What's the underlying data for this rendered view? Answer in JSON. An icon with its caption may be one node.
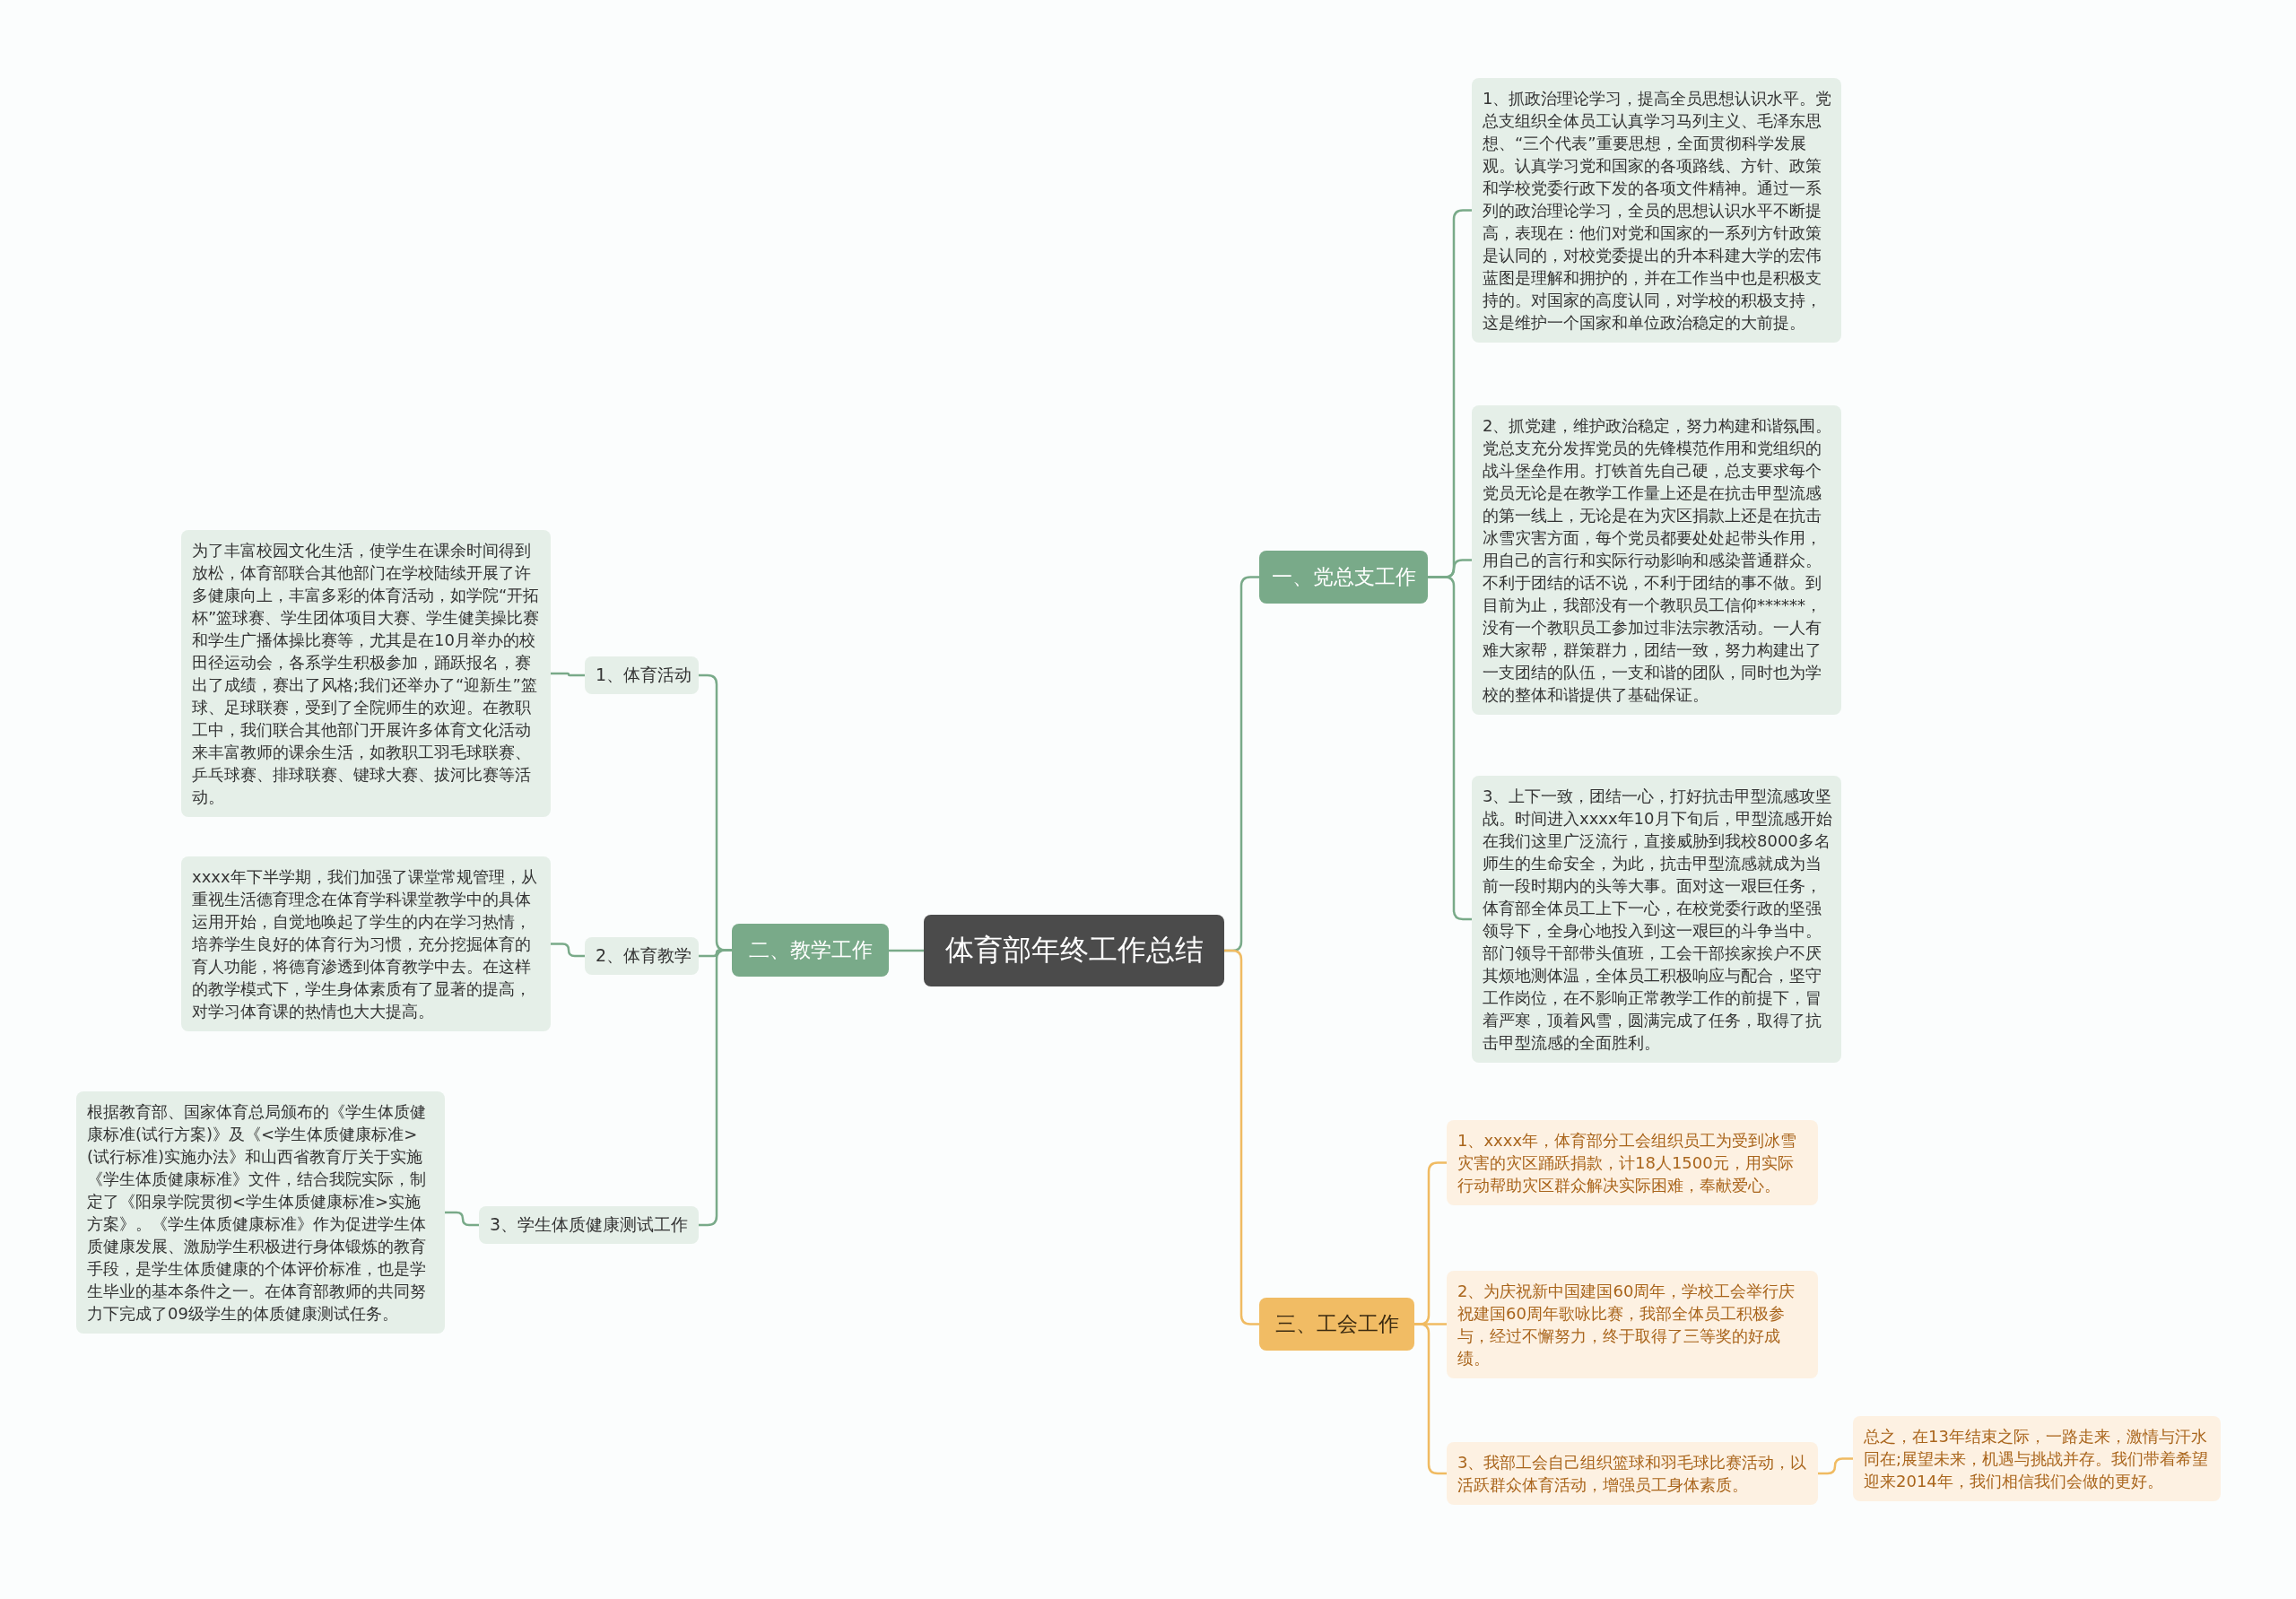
{
  "diagram": {
    "nodes": [
      {
        "text": [
          "体育部年终工作总结"
        ]
      },
      {
        "text": [
          "一、党总支工作"
        ]
      },
      {
        "text": [
          "1、抓政治理论学习，提高全员思想认识水平。党总支组织全体员工认真学习马列主义、毛泽东思想、“三个代表”重要思想，全面贯彻科学发展观。认真学习党和国家的各项路线、方针、政策和学校党委行政下发的各项文件精神。通过一系列的政治理论学习，全员的思想认识水平不断提高，表现在：他们对党和国家的一系列方针政策是认同的，对校党委提出的升本科建大学的宏伟蓝图是理解和拥护的，并在工作当中也是积极支持的。对国家的高度认同，对学校的积极支持，这是维护一个国家和单位政治稳定的大前提。"
        ]
      },
      {
        "text": [
          "2、抓党建，维护政治稳定，努力构建和谐氛围。党总支充分发挥党员的先锋模范作用和党组织的战斗堡垒作用。打铁首先自己硬，总支要求每个党员无论是在教学工作量上还是在抗击甲型流感的第一线上，无论是在为灾区捐款上还是在抗击冰雪灾害方面，每个党员都要处处起带头作用，用自己的言行和实际行动影响和感染普通群众。不利于团结的话不说，不利于团结的事不做。到目前为止，我部没有一个教职员工信仰******，没有一个教职员工参加过非法宗教活动。一人有难大家帮，群策群力，团结一致，努力构建出了一支团结的队伍，一支和谐的团队，同时也为学校的整体和谐提供了基础保证。"
        ]
      },
      {
        "text": [
          "3、上下一致，团结一心，打好抗击甲型流感攻坚战。时间进入xxxx年10月下旬后，甲型流感开始在我们这里广泛流行，直接威胁到我校8000多名师生的生命安全，为此，抗击甲型流感就成为当前一段时期内的头等大事。面对这一艰巨任务，体育部全体员工上下一心，在校党委行政的坚强领导下，全身心地投入到这一艰巨的斗争当中。部门领导干部带头值班，工会干部挨家挨户不厌其烦地测体温，全体员工积极响应与配合，坚守工作岗位，在不影响正常教学工作的前提下，冒着严寒，顶着风雪，圆满完成了任务，取得了抗击甲型流感的全面胜利。"
        ]
      },
      {
        "text": [
          "二、教学工作"
        ]
      },
      {
        "text": [
          "1、体育活动"
        ]
      },
      {
        "text": [
          "为了丰富校园文化生活，使学生在课余时间得到放松，体育部联合其他部门在学校陆续开展了许多健康向上，丰富多彩的体育活动，如学院“开拓杯”篮球赛、学生团体项目大赛、学生健美操比赛和学生广播体操比赛等，尤其是在10月举办的校田径运动会，各系学生积极参加，踊跃报名，赛出了成绩，赛出了风格;我们还举办了“迎新生”篮球、足球联赛，受到了全院师生的欢迎。在教职工中，我们联合其他部门开展许多体育文化活动来丰富教师的课余生活，如教职工羽毛球联赛、乒乓球赛、排球联赛、键球大赛、拔河比赛等活动。"
        ]
      },
      {
        "text": [
          "2、体育教学"
        ]
      },
      {
        "text": [
          "xxxx年下半学期，我们加强了课堂常规管理，从重视生活德育理念在体育学科课堂教学中的具体运用开始，自觉地唤起了学生的内在学习热情，培养学生良好的体育行为习惯，充分挖掘体育的育人功能，将德育渗透到体育教学中去。在这样的教学模式下，学生身体素质有了显著的提高，对学习体育课的热情也大大提高。"
        ]
      },
      {
        "text": [
          "3、学生体质健康测试工作"
        ]
      },
      {
        "text": [
          "根据教育部、国家体育总局颁布的《学生体质健康标准(试行方案)》及《<学生体质健康标准>(试行标准)实施办法》和山西省教育厅关于实施《学生体质健康标准》文件，结合我院实际，制定了《阳泉学院贯彻<学生体质健康标准>实施方案》。《学生体质健康标准》作为促进学生体质健康发展、激励学生积极进行身体锻炼的教育手段，是学生体质健康的个体评价标准，也是学生毕业的基本条件之一。在体育部教师的共同努力下完成了09级学生的体质健康测试任务。"
        ]
      },
      {
        "text": [
          "三、工会工作"
        ]
      },
      {
        "text": [
          "1、xxxx年，体育部分工会组织员工为受到冰雪灾害的灾区踊跃捐款，计18人1500元，用实际行动帮助灾区群众解决实际困难，奉献爱心。"
        ]
      },
      {
        "text": [
          "2、为庆祝新中国建国60周年，学校工会举行庆祝建国60周年歌咏比赛，我部全体员工积极参与，经过不懈努力，终于取得了三等奖的好成绩。"
        ]
      },
      {
        "text": [
          "3、我部工会自己组织篮球和羽毛球比赛活动，以活跃群众体育活动，增强员工身体素质。"
        ]
      },
      {
        "text": [
          "总之，在13年结束之际，一路走来，激情与汗水同在;展望未来，机遇与挑战并存。我们带着希望迎来2014年，我们相信我们会做的更好。"
        ]
      }
    ],
    "edges": [
      {
        "from": 0,
        "to": 1,
        "arrow": "none"
      },
      {
        "from": 1,
        "to": 2,
        "arrow": "none"
      },
      {
        "from": 1,
        "to": 3,
        "arrow": "none"
      },
      {
        "from": 1,
        "to": 4,
        "arrow": "none"
      },
      {
        "from": 0,
        "to": 5,
        "arrow": "none"
      },
      {
        "from": 5,
        "to": 6,
        "arrow": "none"
      },
      {
        "from": 6,
        "to": 7,
        "arrow": "none"
      },
      {
        "from": 5,
        "to": 8,
        "arrow": "none"
      },
      {
        "from": 8,
        "to": 9,
        "arrow": "none"
      },
      {
        "from": 5,
        "to": 10,
        "arrow": "none"
      },
      {
        "from": 10,
        "to": 11,
        "arrow": "none"
      },
      {
        "from": 0,
        "to": 12,
        "arrow": "none",
        "color": "#f0bb62"
      },
      {
        "from": 12,
        "to": 13,
        "arrow": "none",
        "color": "#f0bb62"
      },
      {
        "from": 12,
        "to": 14,
        "arrow": "none",
        "color": "#f0bb62"
      },
      {
        "from": 12,
        "to": 15,
        "arrow": "none",
        "color": "#f0bb62"
      },
      {
        "from": 15,
        "to": 16,
        "arrow": "none",
        "color": "#f0bb62"
      }
    ]
  }
}
